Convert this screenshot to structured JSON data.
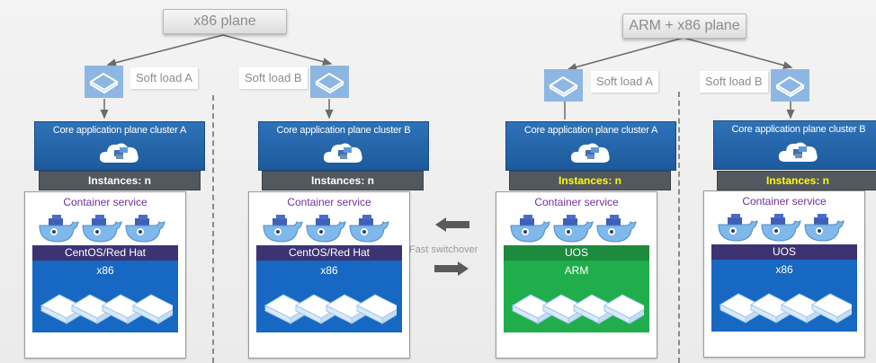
{
  "left_plane": {
    "title": "x86 plane",
    "soft_load_a": "Soft load A",
    "soft_load_b": "Soft load B",
    "clusters": [
      {
        "title": "Core application plane cluster A",
        "instances": "Instances: n",
        "service": "Container service",
        "os": "CentOS/Red Hat",
        "hardware": "x86",
        "os_color": "#3d3373",
        "hw_color": "#1668c2",
        "instances_color": "#ffffff"
      },
      {
        "title": "Core application plane cluster B",
        "instances": "Instances: n",
        "service": "Container service",
        "os": "CentOS/Red Hat",
        "hardware": "x86",
        "os_color": "#3d3373",
        "hw_color": "#1668c2",
        "instances_color": "#ffffff"
      }
    ]
  },
  "right_plane": {
    "title": "ARM + x86 plane",
    "soft_load_a": "Soft load A",
    "soft_load_b": "Soft load B",
    "clusters": [
      {
        "title": "Core application plane cluster A",
        "instances": "Instances: n",
        "service": "Container service",
        "os": "UOS",
        "hardware": "ARM",
        "os_color": "#1e8a3e",
        "hw_color": "#1fae4b",
        "instances_color": "#ffff00"
      },
      {
        "title": "Core application plane cluster B",
        "instances": "Instances: n",
        "service": "Container service",
        "os": "UOS",
        "hardware": "x86",
        "os_color": "#3d3373",
        "hw_color": "#1668c2",
        "instances_color": "#ffff00"
      }
    ]
  },
  "switchover": {
    "label": "Fast switchover"
  },
  "icons": {
    "load_balancer": "load-balancer-icon",
    "cloud": "cloud-icon",
    "container": "docker-whale-icon",
    "server": "server-rack-icon"
  }
}
